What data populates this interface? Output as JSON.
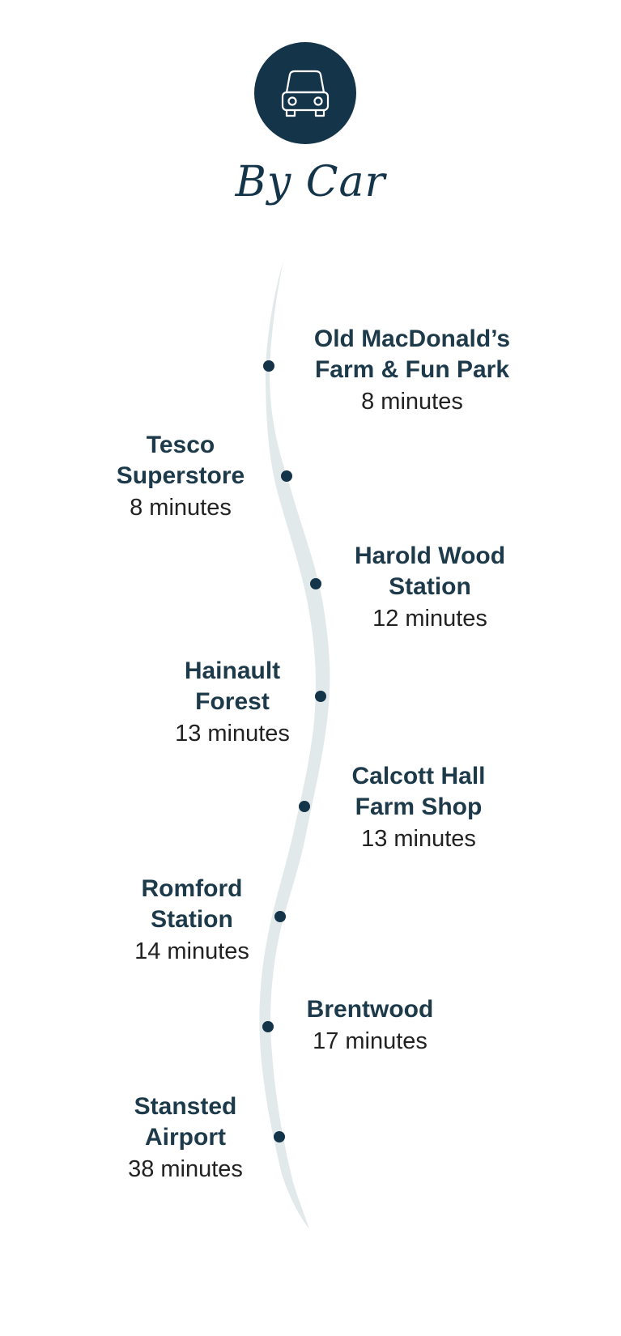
{
  "header": {
    "icon": "car-icon",
    "title": "By Car",
    "circle_color": "#14344a"
  },
  "colors": {
    "route": "#e2e9ea",
    "dot": "#14344a",
    "name_text": "#1d3a4a",
    "time_text": "#222222"
  },
  "stops": [
    {
      "name": "Old MacDonald’s\nFarm & Fun Park",
      "time": "8 minutes"
    },
    {
      "name": "Tesco\nSuperstore",
      "time": "8 minutes"
    },
    {
      "name": "Harold Wood\nStation",
      "time": "12 minutes"
    },
    {
      "name": "Hainault\nForest",
      "time": "13 minutes"
    },
    {
      "name": "Calcott Hall\nFarm Shop",
      "time": "13 minutes"
    },
    {
      "name": "Romford\nStation",
      "time": "14 minutes"
    },
    {
      "name": "Brentwood",
      "time": "17 minutes"
    },
    {
      "name": "Stansted\nAirport",
      "time": "38 minutes"
    }
  ]
}
